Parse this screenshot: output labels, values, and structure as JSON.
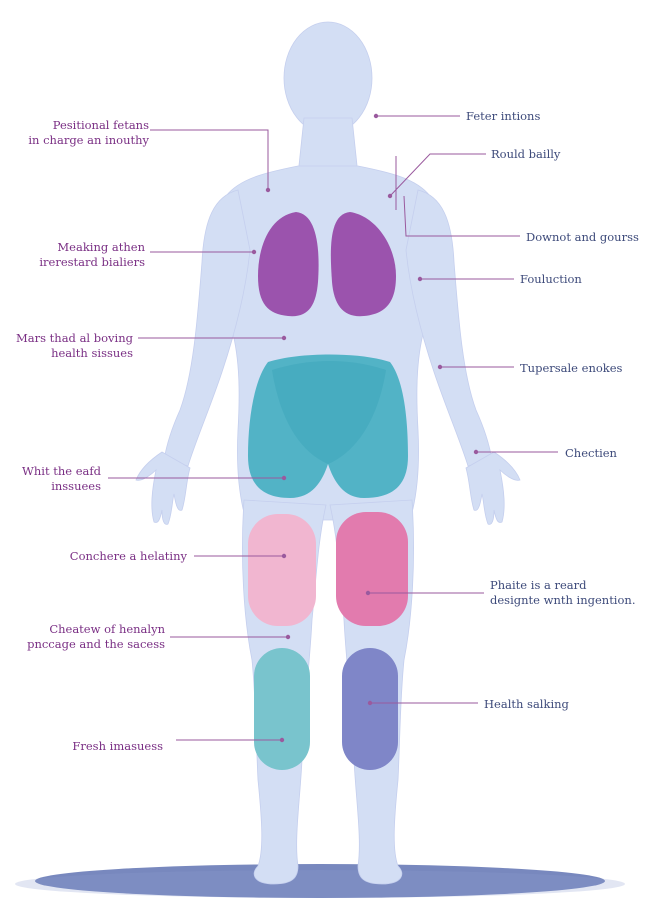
{
  "colors": {
    "body": "#d3def4",
    "body_edge": "#c5cfee",
    "lungs": "#9b53ad",
    "pelvis": "#52b3c6",
    "thigh_left": "#f1b6d0",
    "thigh_right": "#e27bae",
    "calf_left": "#79c4cd",
    "calf_right": "#7f86c8",
    "shadow": "#4b60a8",
    "line": "#9a5a9e",
    "text_left": "#7a2f84",
    "text_right": "#3d4a7a"
  },
  "labels": {
    "left": [
      {
        "lines": [
          "Pesitional fetans",
          "in charge an inouthy"
        ]
      },
      {
        "lines": [
          "Meaking athen",
          "irerestard bialiers"
        ]
      },
      {
        "lines": [
          "Mars thad al boving",
          "health sissues"
        ]
      },
      {
        "lines": [
          "Whit the eafd",
          "inssuees"
        ]
      },
      {
        "lines": [
          "Conchere a helatiny"
        ]
      },
      {
        "lines": [
          "Cheatew of henalyn",
          "pnccage and the sacess"
        ]
      },
      {
        "lines": [
          "Fresh imasuess"
        ]
      }
    ],
    "right": [
      {
        "lines": [
          "Feter intions"
        ]
      },
      {
        "lines": [
          "Rould bailly"
        ]
      },
      {
        "lines": [
          "Downot and gourss"
        ]
      },
      {
        "lines": [
          "Fouluction"
        ]
      },
      {
        "lines": [
          "Tupersale enokes"
        ]
      },
      {
        "lines": [
          "Chectien"
        ]
      },
      {
        "lines": [
          "Phaite is a reard",
          "designte wnth ingention."
        ]
      },
      {
        "lines": [
          "Health salking"
        ]
      }
    ]
  }
}
